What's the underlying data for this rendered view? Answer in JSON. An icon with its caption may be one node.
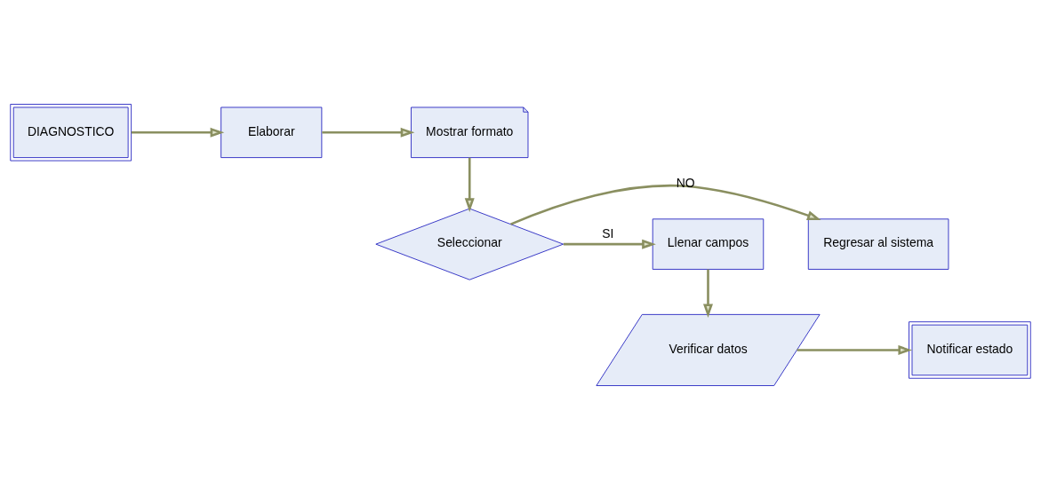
{
  "diagram": {
    "nodes": [
      {
        "text": [
          "DIAGNOSTICO"
        ]
      },
      {
        "text": [
          "Elaborar"
        ]
      },
      {
        "text": [
          "Mostrar formato"
        ]
      },
      {
        "text": [
          "Seleccionar"
        ]
      },
      {
        "text": [
          "Regresar al sistema"
        ]
      },
      {
        "text": [
          "Llenar campos"
        ]
      },
      {
        "text": [
          "Verificar datos"
        ]
      },
      {
        "text": [
          "Notificar estado"
        ]
      }
    ],
    "edges": [
      {
        "from": 0,
        "to": 1,
        "arrow": "to"
      },
      {
        "from": 1,
        "to": 2,
        "arrow": "to"
      },
      {
        "from": 2,
        "to": 3,
        "arrow": "to"
      },
      {
        "from": 3,
        "to": 4,
        "arrow": "to",
        "label": "NO"
      },
      {
        "from": 3,
        "to": 5,
        "arrow": "to",
        "label": "SI"
      },
      {
        "from": 5,
        "to": 6,
        "arrow": "to"
      },
      {
        "from": 6,
        "to": 7,
        "arrow": "to"
      }
    ]
  }
}
